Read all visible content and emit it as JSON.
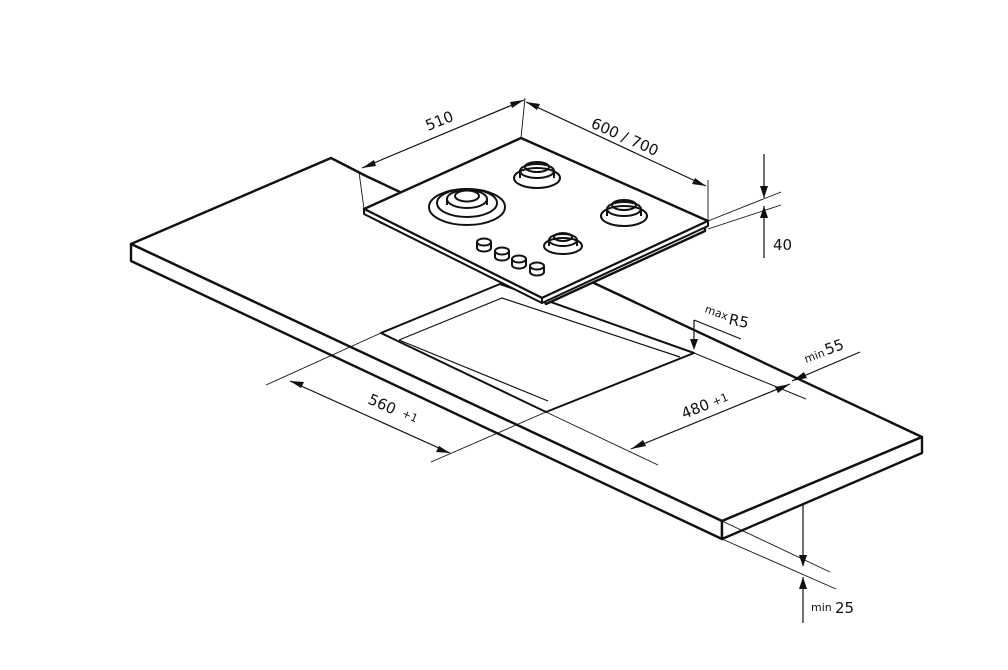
{
  "dimensions": {
    "hob_depth": "510",
    "hob_width": "600 / 700",
    "hob_height": "40",
    "corner_radius_prefix": "max",
    "corner_radius_value": "R5",
    "edge_distance_prefix": "min",
    "edge_distance_value": "55",
    "cutout_width_value": "560",
    "cutout_width_tol": "+1",
    "cutout_depth_value": "480",
    "cutout_depth_tol": "+1",
    "worktop_thickness_prefix": "min",
    "worktop_thickness_value": "25"
  },
  "colors": {
    "line": "#111111",
    "background": "#ffffff"
  }
}
